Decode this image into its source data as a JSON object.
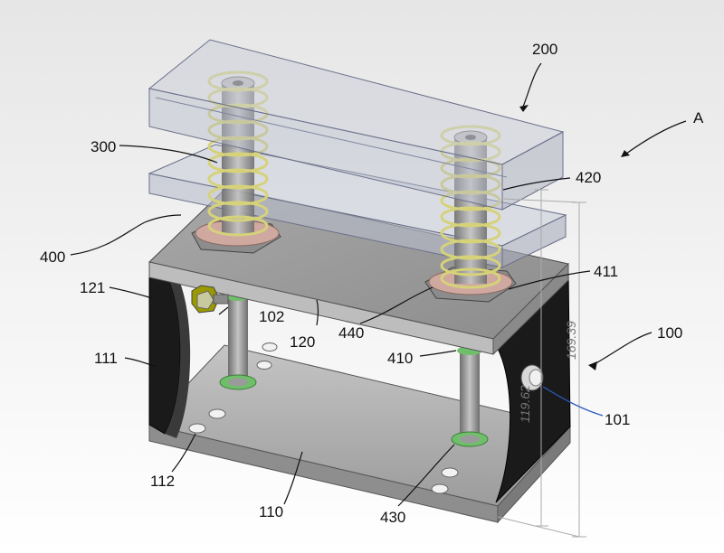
{
  "labels": {
    "l200": "200",
    "lA": "A",
    "l300": "300",
    "l420": "420",
    "l400": "400",
    "l411": "411",
    "l121": "121",
    "l102": "102",
    "l120": "120",
    "l440": "440",
    "l100": "100",
    "l111": "111",
    "l410": "410",
    "l101": "101",
    "l112": "112",
    "l110": "110",
    "l430": "430"
  },
  "dimensions": {
    "outer": "169.39",
    "inner": "119.62"
  },
  "colors": {
    "plate_fill": "#c8ccd8",
    "bracket_top": "#9a9a9a",
    "bracket_side": "#1a1a1a",
    "base": "#b5b5b5",
    "spring": "#d6d27a",
    "rod": "#8a8a8a",
    "washer": "#cfa9a0",
    "green_washer": "#6fbf6a",
    "leader_blue": "#2a5cc2"
  }
}
